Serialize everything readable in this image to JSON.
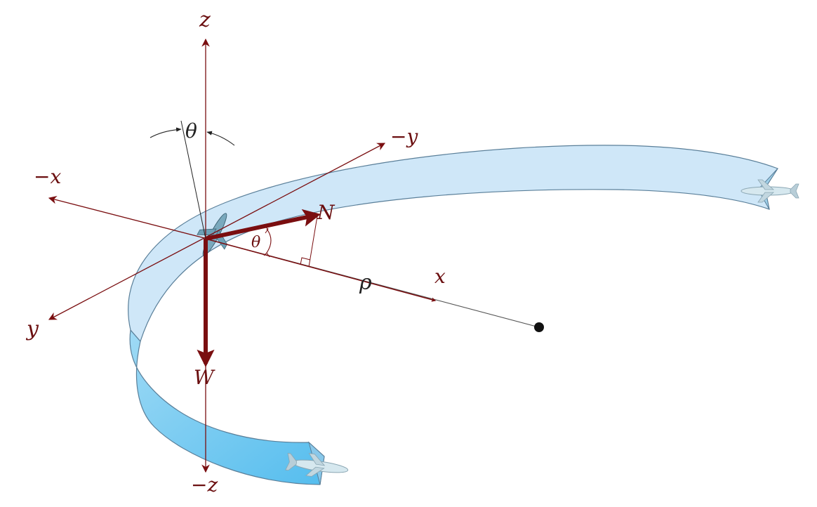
{
  "colors": {
    "axis": "#7a0e10",
    "ribbon_top": "#cfe7f8",
    "ribbon_side": "#6bc7f0",
    "ribbon_edge": "#5a7f99",
    "plane": "#c9dfe9",
    "center_line": "#555555",
    "center_dot": "#111111"
  },
  "labels": {
    "z": "z",
    "neg_z": "−z",
    "x": "x",
    "neg_x": "−x",
    "y": "y",
    "neg_y": "−y",
    "theta_top": "θ",
    "theta_mid": "θ",
    "N": "N",
    "W": "W",
    "rho": "ρ"
  },
  "icons": [
    "airplane-icon",
    "airplane-icon",
    "airplane-icon"
  ]
}
